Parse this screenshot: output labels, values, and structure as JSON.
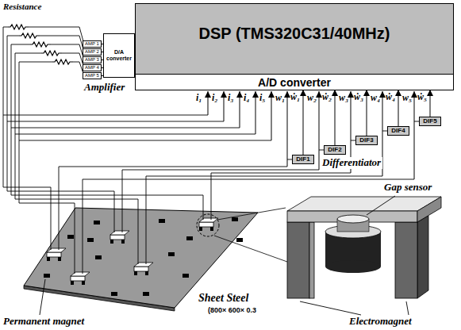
{
  "diagram": {
    "nodes": [
      {
        "text": [
          "DSP (TMS320C31/40MHz)"
        ]
      },
      {
        "text": [
          "A/D converter"
        ],
        "in": 0
      },
      {
        "text": [
          "D/A converter"
        ]
      },
      {
        "text": [
          "AMP 1"
        ]
      },
      {
        "text": [
          "AMP 2"
        ]
      },
      {
        "text": [
          "AMP 3"
        ]
      },
      {
        "text": [
          "AMP 4"
        ]
      },
      {
        "text": [
          "AMP 5"
        ]
      },
      {
        "text": [
          "DIF1"
        ]
      },
      {
        "text": [
          "DIF2"
        ]
      },
      {
        "text": [
          "DIF3"
        ]
      },
      {
        "text": [
          "DIF4"
        ]
      },
      {
        "text": [
          "DIF5"
        ]
      }
    ],
    "edges": [
      {
        "from": 2,
        "to": 3,
        "arrow": "none"
      },
      {
        "from": 2,
        "to": 4,
        "arrow": "none"
      },
      {
        "from": 2,
        "to": 5,
        "arrow": "none"
      },
      {
        "from": 2,
        "to": 6,
        "arrow": "none"
      },
      {
        "from": 2,
        "to": 7,
        "arrow": "none"
      },
      {
        "from": 8,
        "to": 1,
        "label": "ẇ₁",
        "arrow": "to"
      },
      {
        "from": 9,
        "to": 1,
        "label": "ẇ₂",
        "arrow": "to"
      },
      {
        "from": 10,
        "to": 1,
        "label": "ẇ₃",
        "arrow": "to"
      },
      {
        "from": 11,
        "to": 1,
        "label": "ẇ₄",
        "arrow": "to"
      },
      {
        "from": 12,
        "to": 1,
        "label": "ẇ₅",
        "arrow": "to"
      }
    ],
    "labels": [
      "Resistance",
      "Amplifier",
      "i₁",
      "i₂",
      "i₃",
      "i₄",
      "i₅",
      "w₁",
      "w₂",
      "w₃",
      "w₄",
      "w₅",
      "Differentiator",
      "Gap sensor",
      "Permanent magnet",
      "Sheet Steel",
      "(800× 600× 0.3",
      "Electromagnet"
    ]
  }
}
